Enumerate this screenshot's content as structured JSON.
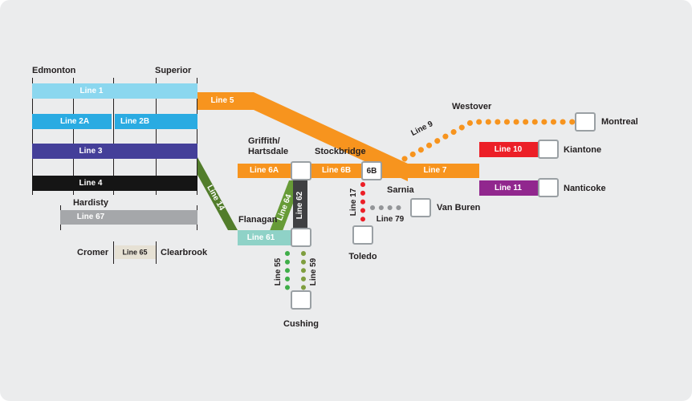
{
  "colors": {
    "background": "#ebeced",
    "line1": "#8bd7ef",
    "line2": "#2aabe2",
    "line3": "#443f99",
    "line4": "#151515",
    "line67": "#a5a7aa",
    "line65": "#e6e1d4",
    "orange": "#f7941e",
    "red": "#ec1f27",
    "purple": "#91278e",
    "green14": "#527d2b",
    "green64": "#679b37",
    "green55": "#3fae49",
    "olive59": "#7f9e3f",
    "teal61": "#8fd2c7",
    "charcoal62": "#3f4042",
    "gray_dots": "#939598",
    "box_border": "#9aa0a4",
    "text": "#231f20"
  },
  "lines": {
    "line1": "Line 1",
    "line2a": "Line 2A",
    "line2b": "Line 2B",
    "line3": "Line 3",
    "line4": "Line 4",
    "line5": "Line 5",
    "line6a": "Line 6A",
    "line6b": "Line 6B",
    "badge6b": "6B",
    "line7": "Line 7",
    "line9": "Line 9",
    "line10": "Line 10",
    "line11": "Line 11",
    "line14": "Line 14",
    "line17": "Line 17",
    "line55": "Line 55",
    "line59": "Line 59",
    "line61": "Line 61",
    "line62": "Line 62",
    "line64": "Line 64",
    "line65": "Line 65",
    "line67": "Line 67",
    "line79": "Line 79"
  },
  "stations": {
    "edmonton": "Edmonton",
    "superior": "Superior",
    "hardisty": "Hardisty",
    "cromer": "Cromer",
    "clearbrook": "Clearbrook",
    "griffith_line1": "Griffith/",
    "griffith_line2": "Hartsdale",
    "stockbridge": "Stockbridge",
    "sarnia": "Sarnia",
    "westover": "Westover",
    "montreal": "Montreal",
    "kiantone": "Kiantone",
    "nanticoke": "Nanticoke",
    "vanburen": "Van Buren",
    "toledo": "Toledo",
    "flanagan": "Flanagan",
    "cushing": "Cushing"
  }
}
